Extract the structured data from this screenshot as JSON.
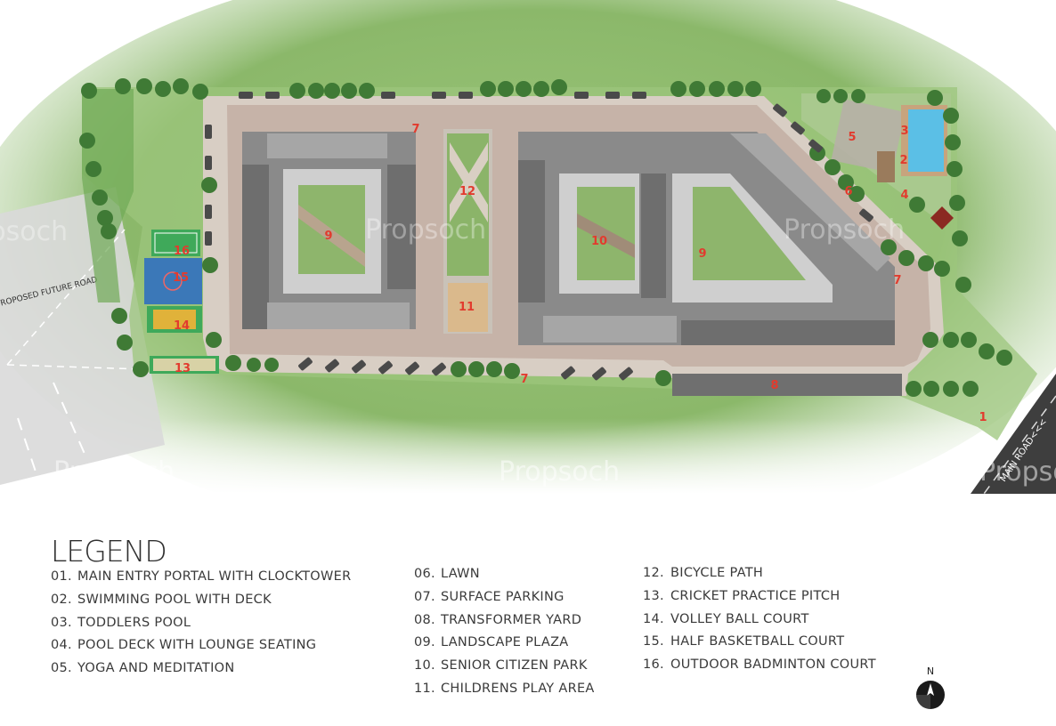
{
  "map": {
    "watermark": "Propsoch",
    "road_labels": {
      "future_road": "PROPOSED FUTURE ROAD",
      "main_road": "MAIN ROAD<<<"
    },
    "markers": [
      {
        "id": "m1",
        "label": "1"
      },
      {
        "id": "m2",
        "label": "2"
      },
      {
        "id": "m3",
        "label": "3"
      },
      {
        "id": "m4",
        "label": "4"
      },
      {
        "id": "m5",
        "label": "5"
      },
      {
        "id": "m6",
        "label": "6"
      },
      {
        "id": "m7a",
        "label": "7"
      },
      {
        "id": "m7b",
        "label": "7"
      },
      {
        "id": "m7c",
        "label": "7"
      },
      {
        "id": "m8",
        "label": "8"
      },
      {
        "id": "m9a",
        "label": "9"
      },
      {
        "id": "m9b",
        "label": "9"
      },
      {
        "id": "m10",
        "label": "10"
      },
      {
        "id": "m11",
        "label": "11"
      },
      {
        "id": "m12",
        "label": "12"
      },
      {
        "id": "m13",
        "label": "13"
      },
      {
        "id": "m14",
        "label": "14"
      },
      {
        "id": "m15",
        "label": "15"
      },
      {
        "id": "m16",
        "label": "16"
      }
    ],
    "colors": {
      "marker": "#e23b2e",
      "grass": "#8fbb6e",
      "road": "#c4b1a6",
      "building": "#7c7c7c",
      "pool": "#5bbfe6",
      "court_blue": "#3b78b8",
      "court_yellow": "#e0b23a",
      "court_green": "#3fa95a"
    }
  },
  "legend": {
    "title": "LEGEND",
    "col1": [
      {
        "num": "01.",
        "text": "MAIN ENTRY PORTAL WITH CLOCKTOWER"
      },
      {
        "num": "02.",
        "text": "SWIMMING POOL WITH DECK"
      },
      {
        "num": "03.",
        "text": "TODDLERS POOL"
      },
      {
        "num": "04.",
        "text": "POOL DECK WITH LOUNGE SEATING"
      },
      {
        "num": "05.",
        "text": "YOGA AND MEDITATION"
      }
    ],
    "col2": [
      {
        "num": "06.",
        "text": "LAWN"
      },
      {
        "num": "07.",
        "text": "SURFACE PARKING"
      },
      {
        "num": "08.",
        "text": "TRANSFORMER YARD"
      },
      {
        "num": "09.",
        "text": "LANDSCAPE PLAZA"
      },
      {
        "num": "10.",
        "text": "SENIOR CITIZEN PARK"
      },
      {
        "num": "11.",
        "text": "CHILDRENS PLAY AREA"
      }
    ],
    "col3": [
      {
        "num": "12.",
        "text": "BICYCLE PATH"
      },
      {
        "num": "13.",
        "text": "CRICKET PRACTICE PITCH"
      },
      {
        "num": "14.",
        "text": "VOLLEY BALL COURT"
      },
      {
        "num": "15.",
        "text": "HALF BASKETBALL COURT"
      },
      {
        "num": "16.",
        "text": "OUTDOOR BADMINTON COURT"
      }
    ]
  },
  "compass": {
    "label": "N",
    "icon": "north-arrow-icon"
  }
}
